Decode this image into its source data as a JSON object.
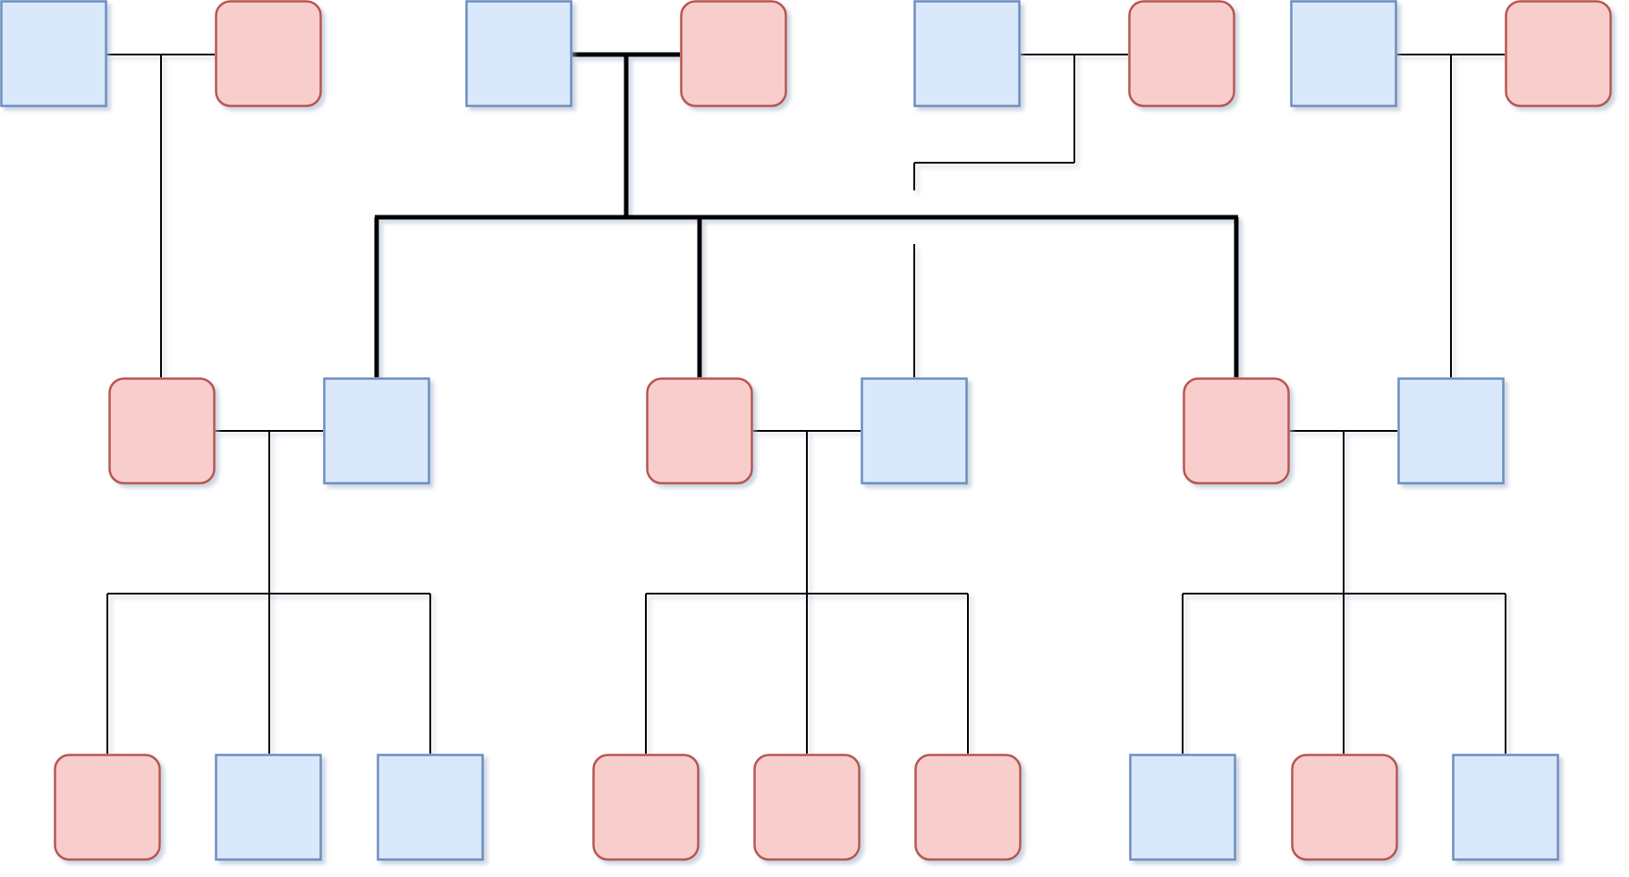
{
  "diagram": {
    "type": "family-tree",
    "colors": {
      "male_fill": "#dae8fc",
      "male_stroke": "#6c8ebf",
      "female_fill": "#f8cecc",
      "female_stroke": "#b85450",
      "line": "#000000",
      "shadow": "#b7c3d6"
    },
    "generations": [
      {
        "level": 1,
        "couples": [
          {
            "id": "g1-couple-1",
            "partners": [
              "male",
              "female"
            ]
          },
          {
            "id": "g1-couple-2",
            "partners": [
              "male",
              "female"
            ]
          },
          {
            "id": "g1-couple-3",
            "partners": [
              "male",
              "female"
            ]
          },
          {
            "id": "g1-couple-4",
            "partners": [
              "male",
              "female"
            ]
          }
        ]
      },
      {
        "level": 2,
        "couples": [
          {
            "id": "g2-couple-1",
            "partners": [
              "female",
              "male"
            ]
          },
          {
            "id": "g2-couple-2",
            "partners": [
              "female",
              "male"
            ]
          },
          {
            "id": "g2-couple-3",
            "partners": [
              "female",
              "male"
            ]
          }
        ]
      },
      {
        "level": 3,
        "sibling_groups": [
          {
            "id": "g3-children-1",
            "children": [
              "female",
              "male",
              "male"
            ]
          },
          {
            "id": "g3-children-2",
            "children": [
              "female",
              "female",
              "female"
            ]
          },
          {
            "id": "g3-children-3",
            "children": [
              "male",
              "female",
              "male"
            ]
          }
        ]
      }
    ]
  }
}
